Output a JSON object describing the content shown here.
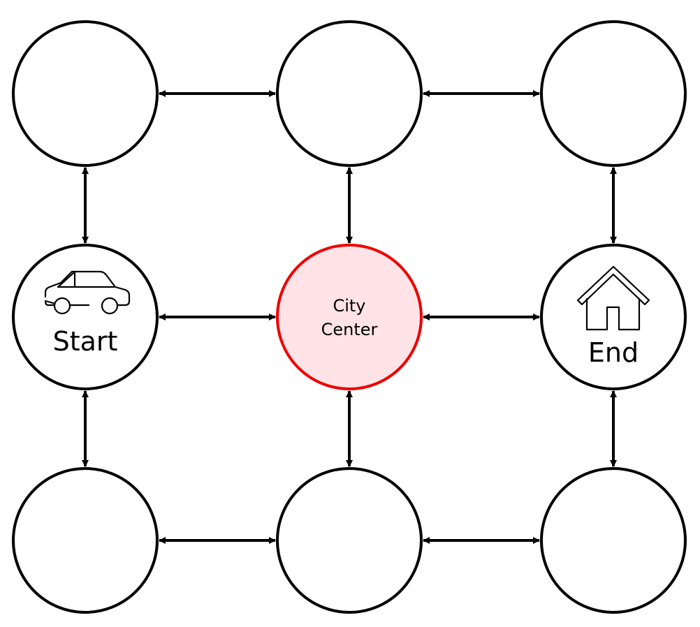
{
  "diagram": {
    "type": "grid-graph",
    "rows": 3,
    "cols": 3,
    "colors": {
      "node_stroke": "#000000",
      "node_fill": "#ffffff",
      "highlight_stroke": "#ee0000",
      "highlight_fill": "#ffe3e6",
      "edge": "#000000"
    },
    "nodes": [
      {
        "id": "n00",
        "row": 0,
        "col": 0,
        "label": "",
        "icon": null,
        "highlight": false
      },
      {
        "id": "n01",
        "row": 0,
        "col": 1,
        "label": "",
        "icon": null,
        "highlight": false
      },
      {
        "id": "n02",
        "row": 0,
        "col": 2,
        "label": "",
        "icon": null,
        "highlight": false
      },
      {
        "id": "n10",
        "row": 1,
        "col": 0,
        "label": "Start",
        "icon": "car-icon",
        "highlight": false
      },
      {
        "id": "n11",
        "row": 1,
        "col": 1,
        "label": "City\nCenter",
        "icon": null,
        "highlight": true
      },
      {
        "id": "n12",
        "row": 1,
        "col": 2,
        "label": "End",
        "icon": "house-icon",
        "highlight": false
      },
      {
        "id": "n20",
        "row": 2,
        "col": 0,
        "label": "",
        "icon": null,
        "highlight": false
      },
      {
        "id": "n21",
        "row": 2,
        "col": 1,
        "label": "",
        "icon": null,
        "highlight": false
      },
      {
        "id": "n22",
        "row": 2,
        "col": 2,
        "label": "",
        "icon": null,
        "highlight": false
      }
    ],
    "edges": [
      {
        "from": "n00",
        "to": "n01",
        "bidirectional": true
      },
      {
        "from": "n01",
        "to": "n02",
        "bidirectional": true
      },
      {
        "from": "n10",
        "to": "n11",
        "bidirectional": true
      },
      {
        "from": "n11",
        "to": "n12",
        "bidirectional": true
      },
      {
        "from": "n20",
        "to": "n21",
        "bidirectional": true
      },
      {
        "from": "n21",
        "to": "n22",
        "bidirectional": true
      },
      {
        "from": "n00",
        "to": "n10",
        "bidirectional": true
      },
      {
        "from": "n10",
        "to": "n20",
        "bidirectional": true
      },
      {
        "from": "n01",
        "to": "n11",
        "bidirectional": true
      },
      {
        "from": "n11",
        "to": "n21",
        "bidirectional": true
      },
      {
        "from": "n02",
        "to": "n12",
        "bidirectional": true
      },
      {
        "from": "n12",
        "to": "n22",
        "bidirectional": true
      }
    ]
  }
}
